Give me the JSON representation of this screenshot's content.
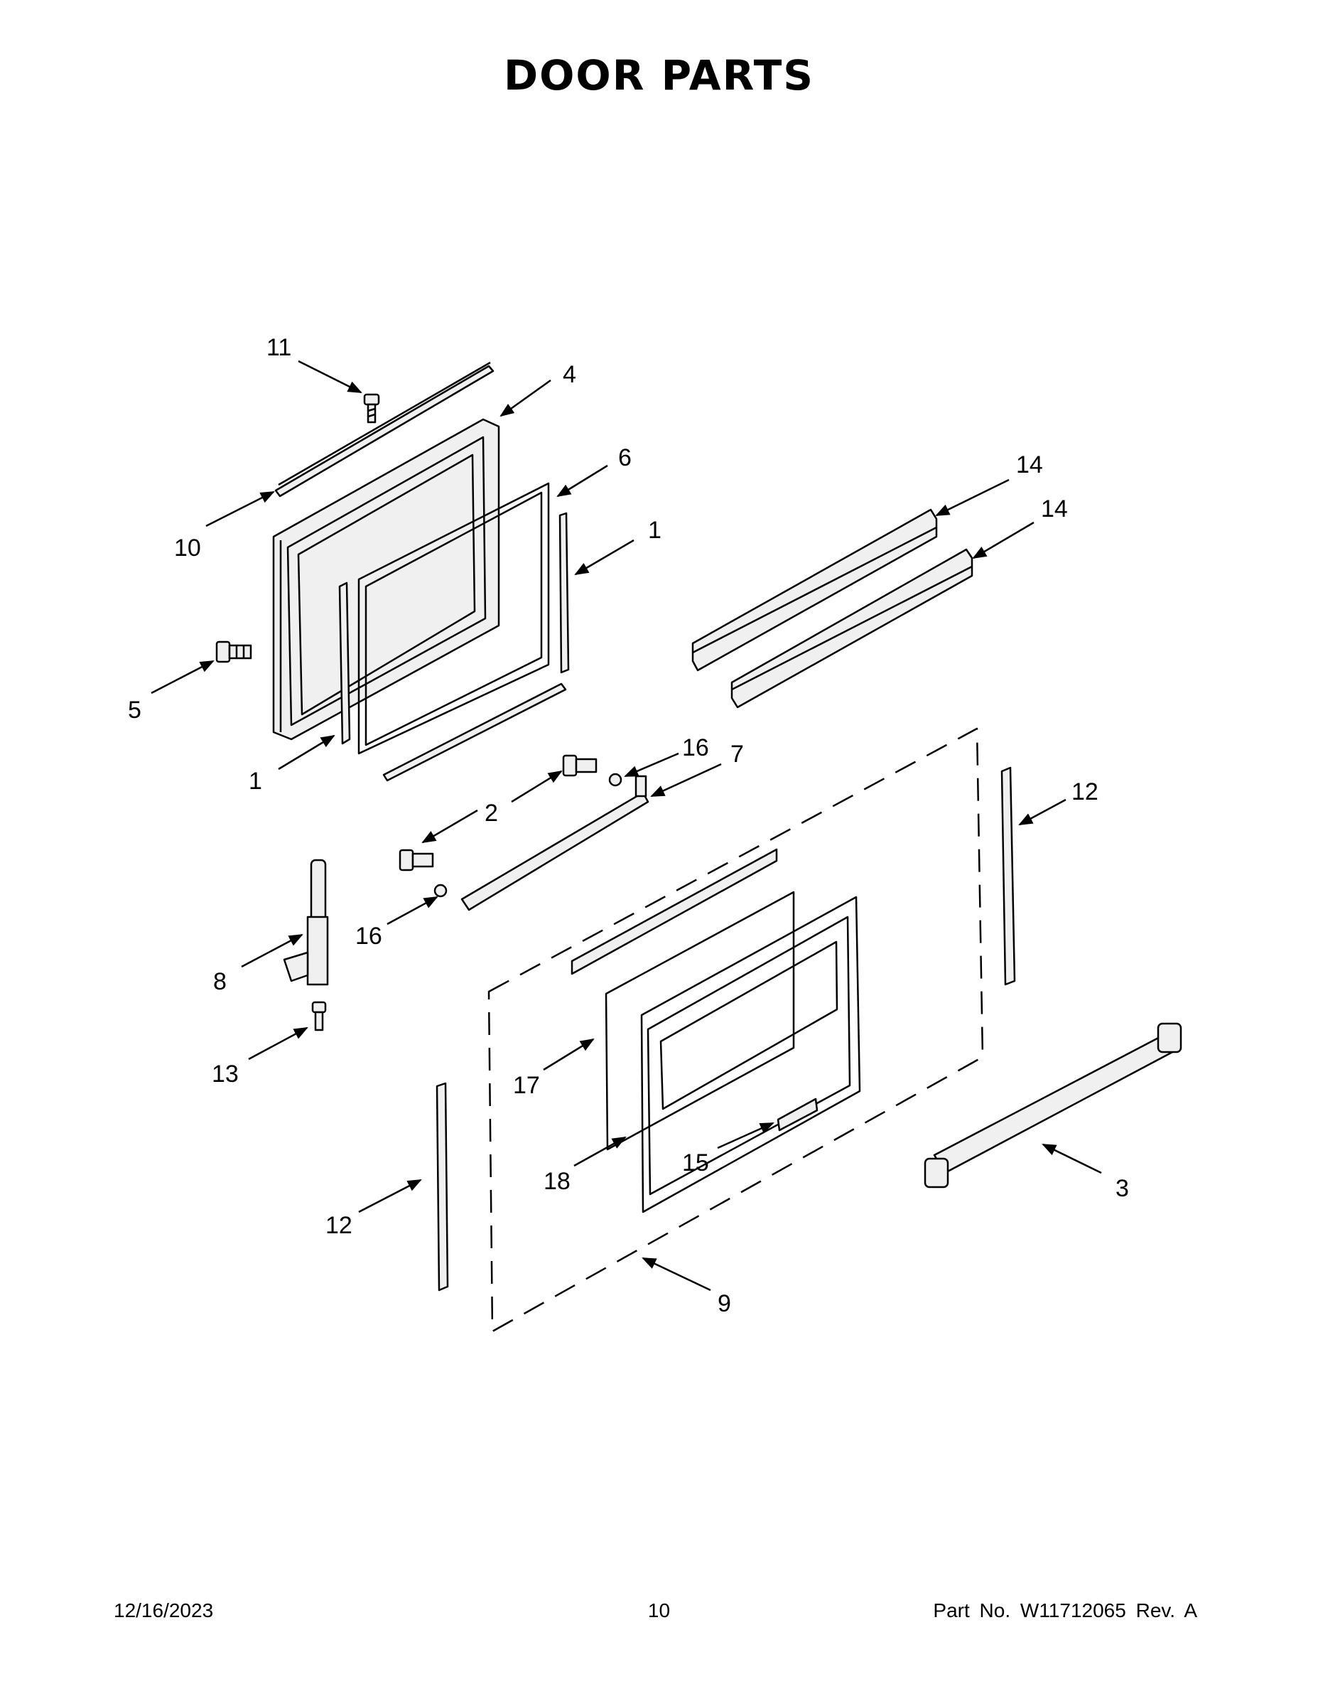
{
  "page": {
    "title": "DOOR PARTS",
    "footer": {
      "date": "12/16/2023",
      "page_number": "10",
      "part_number": "Part No.  W11712065  Rev.  A"
    }
  },
  "callouts": [
    {
      "id": "c11",
      "label": "11"
    },
    {
      "id": "c4",
      "label": "4"
    },
    {
      "id": "c6",
      "label": "6"
    },
    {
      "id": "c1a",
      "label": "1"
    },
    {
      "id": "c10",
      "label": "10"
    },
    {
      "id": "c5",
      "label": "5"
    },
    {
      "id": "c1b",
      "label": "1"
    },
    {
      "id": "c14a",
      "label": "14"
    },
    {
      "id": "c14b",
      "label": "14"
    },
    {
      "id": "c16a",
      "label": "16"
    },
    {
      "id": "c7",
      "label": "7"
    },
    {
      "id": "c2",
      "label": "2"
    },
    {
      "id": "c12a",
      "label": "12"
    },
    {
      "id": "c16b",
      "label": "16"
    },
    {
      "id": "c8",
      "label": "8"
    },
    {
      "id": "c13",
      "label": "13"
    },
    {
      "id": "c17",
      "label": "17"
    },
    {
      "id": "c15",
      "label": "15"
    },
    {
      "id": "c18",
      "label": "18"
    },
    {
      "id": "c3",
      "label": "3"
    },
    {
      "id": "c12b",
      "label": "12"
    },
    {
      "id": "c9",
      "label": "9"
    }
  ]
}
